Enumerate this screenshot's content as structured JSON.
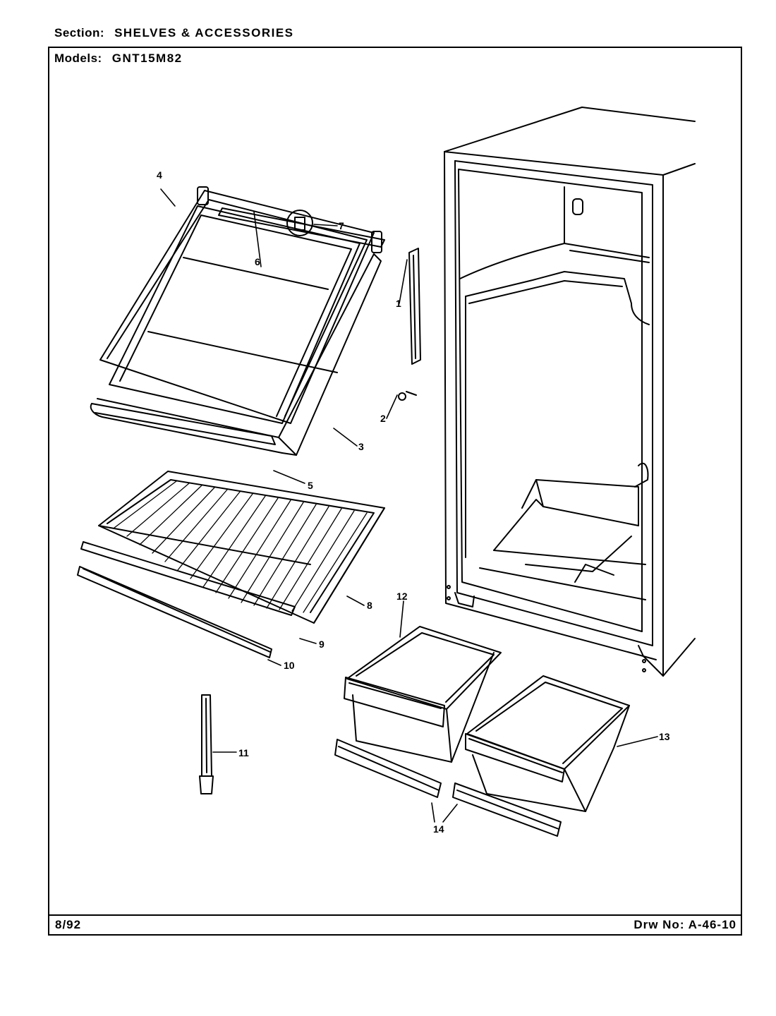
{
  "header": {
    "section_label": "Section:",
    "section_value": "SHELVES & ACCESSORIES",
    "models_label": "Models:",
    "models_value": "GNT15M82"
  },
  "footer": {
    "date": "8/92",
    "drawing_label": "Drw No:",
    "drawing_number": "A-46-10"
  },
  "callouts": [
    "1",
    "2",
    "3",
    "4",
    "5",
    "6",
    "7",
    "8",
    "9",
    "10",
    "11",
    "12",
    "13",
    "14"
  ]
}
